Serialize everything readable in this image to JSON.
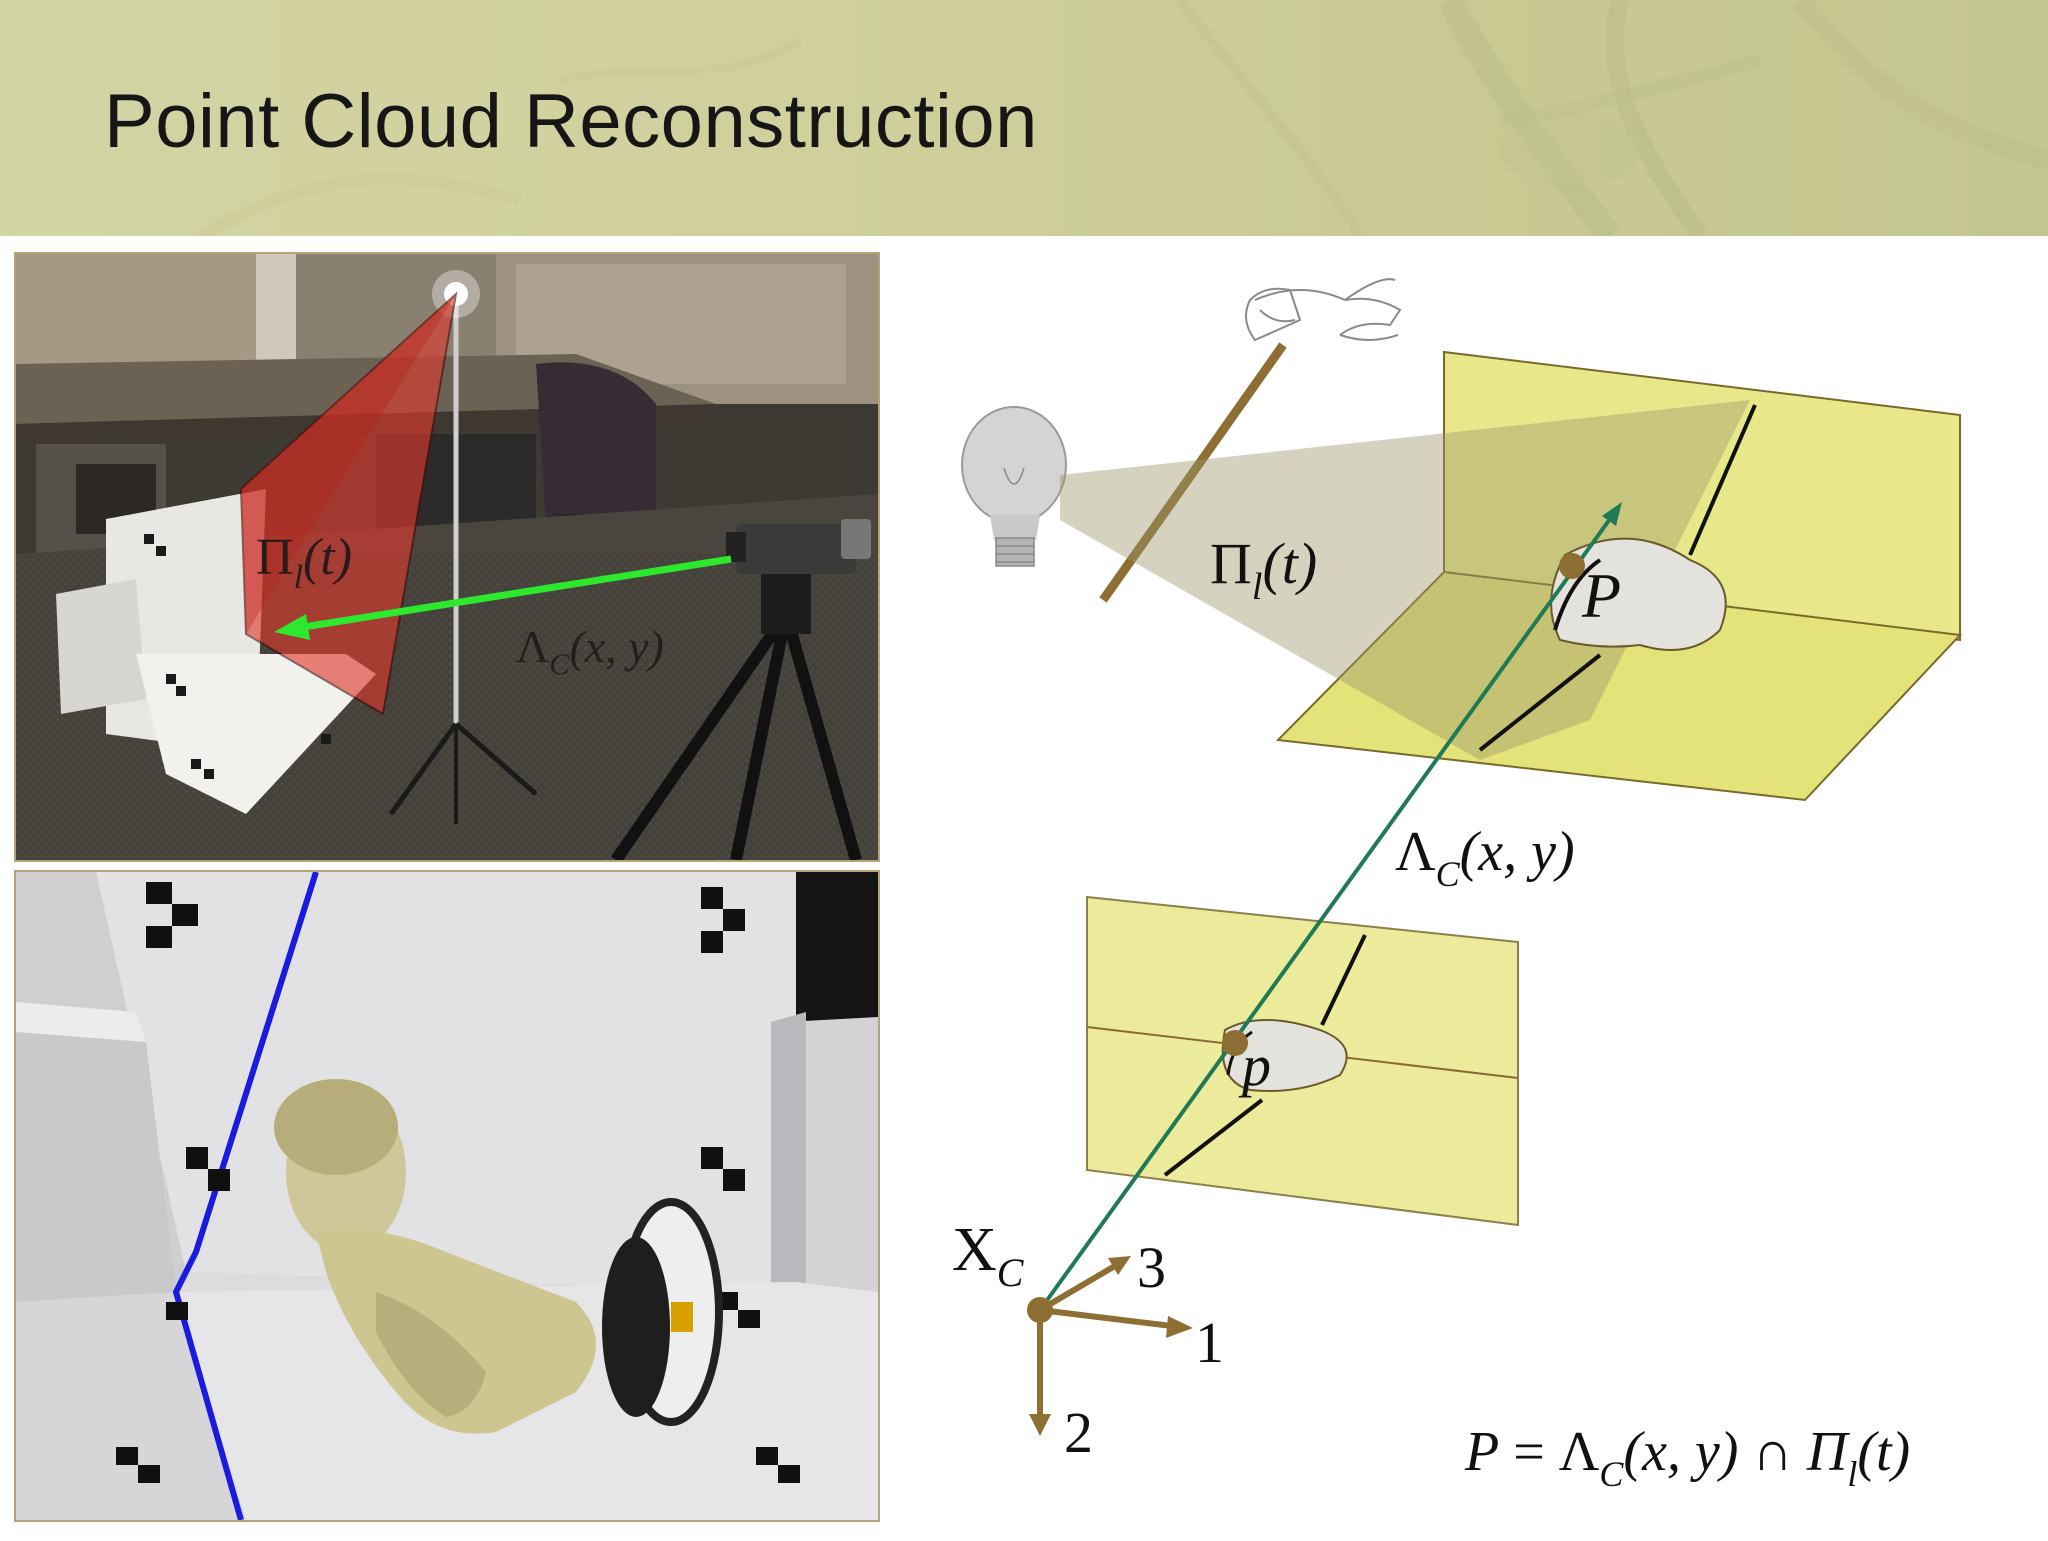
{
  "slide": {
    "title": "Point Cloud Reconstruction"
  },
  "photo_top": {
    "plane_label": "Π",
    "plane_sub": "l",
    "plane_arg": "(t)",
    "ray_label": "Λ",
    "ray_sub": "C",
    "ray_arg": "(x, y)"
  },
  "diagram": {
    "plane_label": "Π",
    "plane_sub": "l",
    "plane_arg": "(t)",
    "point_world": "P",
    "point_image": "p",
    "ray_label": "Λ",
    "ray_sub": "C",
    "ray_arg": "(x, y)",
    "camera_label": "X",
    "camera_sub": "C",
    "axis_1": "1",
    "axis_2": "2",
    "axis_3": "3",
    "equation": {
      "lhs": "P",
      "eq": " = Λ",
      "sub_c": "C",
      "mid": "(x, y) ∩ Π",
      "sub_l": "l",
      "end": "(t)"
    }
  },
  "colors": {
    "ray_green": "#1f7a55",
    "projector_green": "#2ee82e",
    "laser_plane_red": "#e0392e",
    "wand_brown": "#8d6f34",
    "yellow_plane": "#e8e88a",
    "scan_line_blue": "#1a1ae0"
  }
}
